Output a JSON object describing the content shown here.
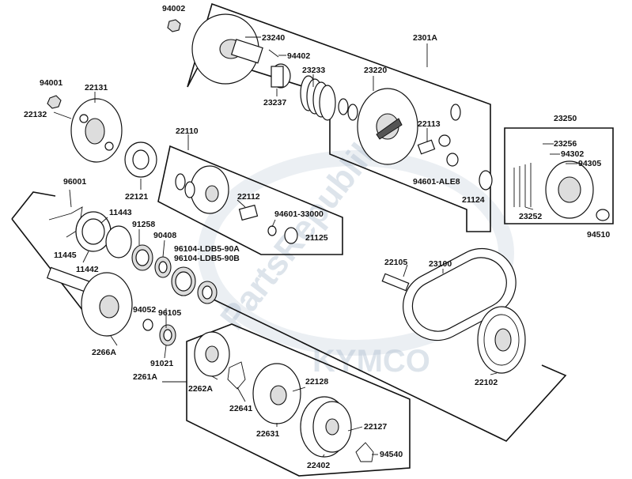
{
  "watermark": {
    "text": "PartsRepublik",
    "logo_text": "KYMCO",
    "color": "#9fb3c8"
  },
  "labels": {
    "p94002": "94002",
    "p23240": "23240",
    "p94402": "94402",
    "p2301A": "2301A",
    "p23233": "23233",
    "p23220": "23220",
    "p23237": "23237",
    "p94001": "94001",
    "p22131": "22131",
    "p22132": "22132",
    "p22110": "22110",
    "p22113": "22113",
    "p23250": "23250",
    "p23256": "23256",
    "p94302": "94302",
    "p94305": "94305",
    "p94601ALE8": "94601-ALE8",
    "p21124": "21124",
    "p22121": "22121",
    "p22112": "22112",
    "p9460133000": "94601-33000",
    "p21125": "21125",
    "p23252": "23252",
    "p94510": "94510",
    "p96001": "96001",
    "p11443": "11443",
    "p91258": "91258",
    "p90408": "90408",
    "p96104A": "96104-LDB5-90A",
    "p96104B": "96104-LDB5-90B",
    "p11445": "11445",
    "p11442": "11442",
    "p22105": "22105",
    "p23100": "23100",
    "p96105": "96105",
    "p94052": "94052",
    "p2266A": "2266A",
    "p91021": "91021",
    "p22102": "22102",
    "p2261A": "2261A",
    "p2262A": "2262A",
    "p22128": "22128",
    "p22641": "22641",
    "p22127": "22127",
    "p22631": "22631",
    "p94540": "94540",
    "p22402": "22402"
  }
}
